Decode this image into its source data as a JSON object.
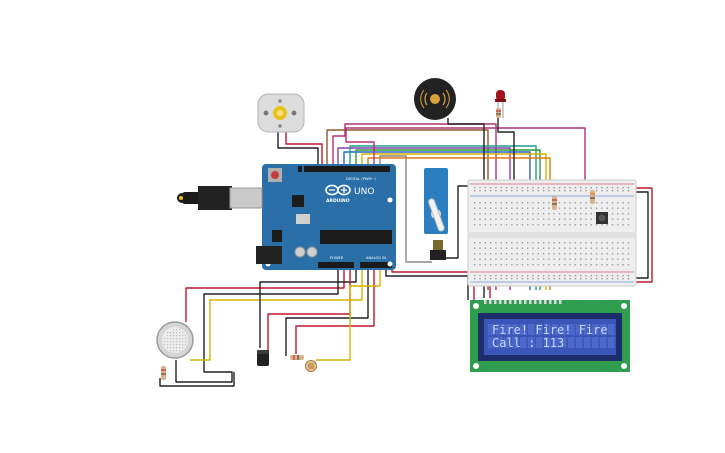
{
  "arduino": {
    "logo": "ARDUINO",
    "model": "UNO",
    "digital_header": "DIGITAL (PWM~)",
    "power_header": "POWER",
    "analog_header": "ANALOG IN"
  },
  "lcd": {
    "line1": "Fire! Fire! Fire",
    "line2": "Call : 113"
  },
  "colors": {
    "board": "#2a6fa8",
    "breadboard": "#eeeeee",
    "lcd_pcb": "#2f9d4e",
    "lcd_screen": "#3a56b8",
    "servo": "#2b7fc1",
    "led": "#a0141b"
  },
  "components": [
    "dc-motor",
    "piezo-buzzer",
    "red-led",
    "servo-motor",
    "breadboard",
    "push-button",
    "arduino-uno",
    "lcd-16x2",
    "gas-sensor",
    "temperature-sensor",
    "photoresistor"
  ]
}
